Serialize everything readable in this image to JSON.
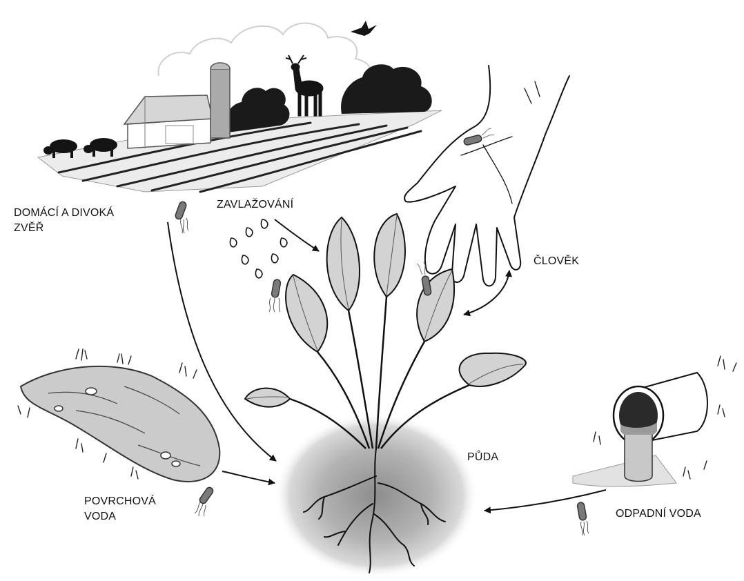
{
  "labels": {
    "animals_line1": "DOMÁCÍ A DIVOKÁ",
    "animals_line2": "ZVĚŘ",
    "irrigation": "ZAVLAŽOVÁNÍ",
    "human": "ČLOVĚK",
    "soil": "PŮDA",
    "surface_water_line1": "POVRCHOVÁ",
    "surface_water_line2": "VODA",
    "waste_water": "ODPADNÍ VODA"
  },
  "colors": {
    "ink": "#111111",
    "soil_gray": "#9a9a9a",
    "leaf_gray": "#cfcfcf",
    "bacterium": "#777777",
    "water_gray": "#c8c8c8"
  }
}
